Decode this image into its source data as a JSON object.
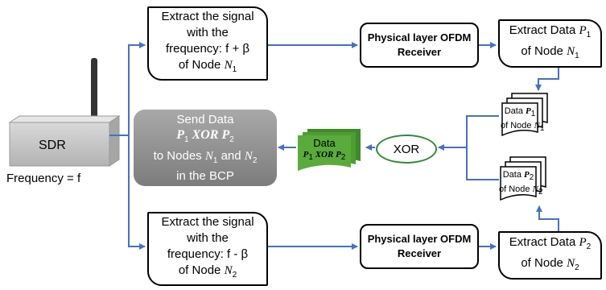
{
  "sdr": {
    "label": "SDR",
    "frequency": "Frequency = f"
  },
  "extract_top": {
    "line1": "Extract the signal",
    "line2": "with the",
    "line3": "frequency: f + β",
    "line4_pre": "of  Node ",
    "node": "N",
    "node_sub": "1"
  },
  "extract_bottom": {
    "line1": "Extract the signal",
    "line2": "with the",
    "line3": "frequency: f - β",
    "line4_pre": "of  Node ",
    "node": "N",
    "node_sub": "2"
  },
  "receiver_top": {
    "line1": "Physical layer OFDM",
    "line2": "Receiver"
  },
  "receiver_bottom": {
    "line1": "Physical layer OFDM",
    "line2": "Receiver"
  },
  "data_top": {
    "line1_pre": "Extract  Data ",
    "p": "P",
    "p_sub": "1",
    "line2_pre": "of  Node ",
    "n": "N",
    "n_sub": "1"
  },
  "data_bottom": {
    "line1_pre": "Extract  Data ",
    "p": "P",
    "p_sub": "2",
    "line2_pre": "of  Node ",
    "n": "N",
    "n_sub": "2"
  },
  "stack_top": {
    "line1_pre": "Data ",
    "p": "P",
    "p_sub": "1",
    "line2_pre": "of Node ",
    "n": "N",
    "n_sub": "1"
  },
  "stack_bottom": {
    "line1_pre": "Data ",
    "p": "P",
    "p_sub": "2",
    "line2_pre": "of Node ",
    "n": "N",
    "n_sub": "2"
  },
  "xor": {
    "label": "XOR"
  },
  "xor_data": {
    "line1": "Data",
    "p1": "P",
    "p1_sub": "1",
    "op": " XOR ",
    "p2": "P",
    "p2_sub": "2"
  },
  "send": {
    "line1": "Send Data",
    "p1": "P",
    "p1_sub": "1",
    "op": " XOR ",
    "p2": "P",
    "p2_sub": "2",
    "line3_pre": "to Nodes ",
    "n1": "N",
    "n1_sub": "1",
    "and": " and ",
    "n2": "N",
    "n2_sub": "2",
    "line4": "in the BCP"
  },
  "colors": {
    "arrow": "#4472c4",
    "green": "#5aab3c",
    "xor_border": "#2e8b3a",
    "gray_box": "#8c8c8c"
  }
}
